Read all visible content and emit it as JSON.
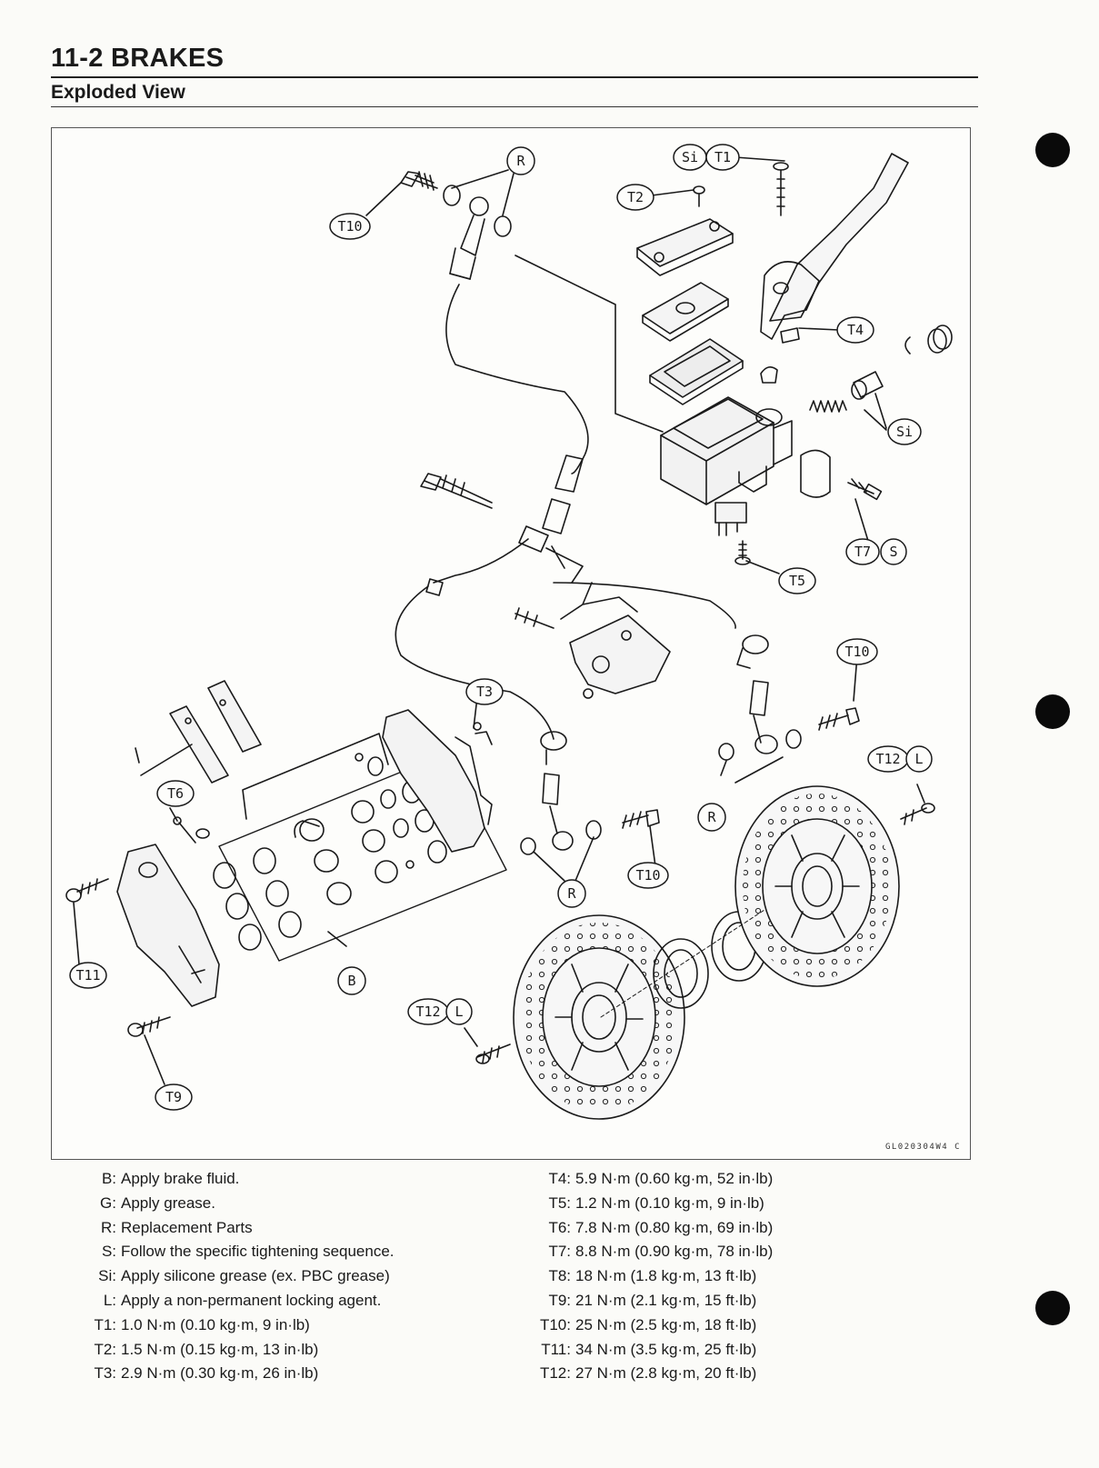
{
  "header": {
    "page_title": "11-2 BRAKES",
    "section_title": "Exploded View"
  },
  "figure": {
    "code": "GL020304W4 C",
    "callouts": [
      "R",
      "Si",
      "T1",
      "T2",
      "T10",
      "T4",
      "Si",
      "T7",
      "S",
      "T5",
      "T10",
      "T3",
      "T6",
      "T12",
      "L",
      "R",
      "T10",
      "R",
      "T11",
      "B",
      "T12",
      "L",
      "T9"
    ]
  },
  "legend": {
    "left": [
      {
        "key": "B:",
        "text": "Apply brake fluid."
      },
      {
        "key": "G:",
        "text": "Apply grease."
      },
      {
        "key": "R:",
        "text": "Replacement Parts"
      },
      {
        "key": "S:",
        "text": "Follow the specific tightening sequence."
      },
      {
        "key": "Si:",
        "text": "Apply silicone grease (ex. PBC grease)"
      },
      {
        "key": "L:",
        "text": "Apply a non-permanent locking agent."
      },
      {
        "key": "T1:",
        "text": "1.0 N·m (0.10 kg·m, 9 in·lb)"
      },
      {
        "key": "T2:",
        "text": "1.5 N·m (0.15 kg·m, 13 in·lb)"
      },
      {
        "key": "T3:",
        "text": "2.9 N·m (0.30 kg·m, 26 in·lb)"
      }
    ],
    "right": [
      {
        "key": "T4:",
        "text": "5.9 N·m (0.60 kg·m, 52 in·lb)"
      },
      {
        "key": "T5:",
        "text": "1.2 N·m (0.10 kg·m, 9 in·lb)"
      },
      {
        "key": "T6:",
        "text": "7.8 N·m (0.80 kg·m, 69 in·lb)"
      },
      {
        "key": "T7:",
        "text": "8.8 N·m (0.90 kg·m, 78 in·lb)"
      },
      {
        "key": "T8:",
        "text": "18 N·m (1.8 kg·m, 13 ft·lb)"
      },
      {
        "key": "T9:",
        "text": "21 N·m (2.1 kg·m, 15 ft·lb)"
      },
      {
        "key": "T10:",
        "text": "25 N·m (2.5 kg·m, 18 ft·lb)"
      },
      {
        "key": "T11:",
        "text": "34 N·m (3.5 kg·m, 25 ft·lb)"
      },
      {
        "key": "T12:",
        "text": "27 N·m (2.8 kg·m, 20 ft·lb)"
      }
    ]
  }
}
